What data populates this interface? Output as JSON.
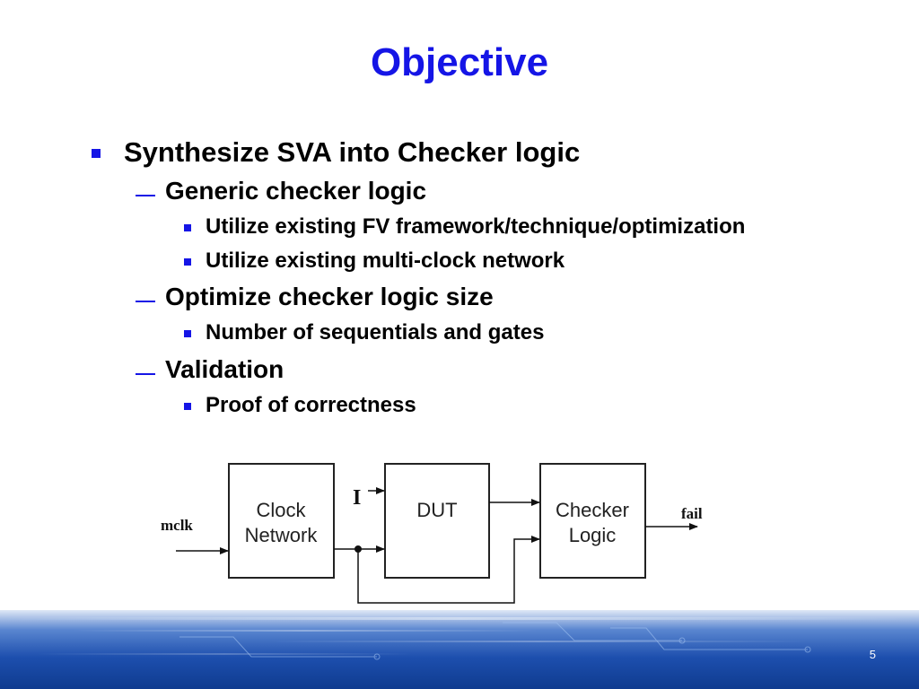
{
  "slide": {
    "title": "Objective",
    "page_number": "5"
  },
  "bullets": [
    {
      "level": 1,
      "text": "Synthesize SVA into Checker logic"
    },
    {
      "level": 2,
      "text": "Generic checker logic"
    },
    {
      "level": 3,
      "text": "Utilize existing FV framework/technique/optimization"
    },
    {
      "level": 3,
      "text": "Utilize existing multi-clock network"
    },
    {
      "level": 2,
      "text": "Optimize checker logic size"
    },
    {
      "level": 3,
      "text": "Number of sequentials and gates"
    },
    {
      "level": 2,
      "text": "Validation"
    },
    {
      "level": 3,
      "text": "Proof of correctness"
    }
  ],
  "diagram": {
    "blocks": {
      "clock_network": [
        "Clock",
        "Network"
      ],
      "dut": "DUT",
      "checker_logic": [
        "Checker",
        "Logic"
      ]
    },
    "signals": {
      "input_clock": "mclk",
      "input_i": "I",
      "output_fail": "fail"
    }
  },
  "colors": {
    "title": "#1515e6",
    "bullet_marker": "#1515e6",
    "footer_band": "#1d4fae"
  }
}
